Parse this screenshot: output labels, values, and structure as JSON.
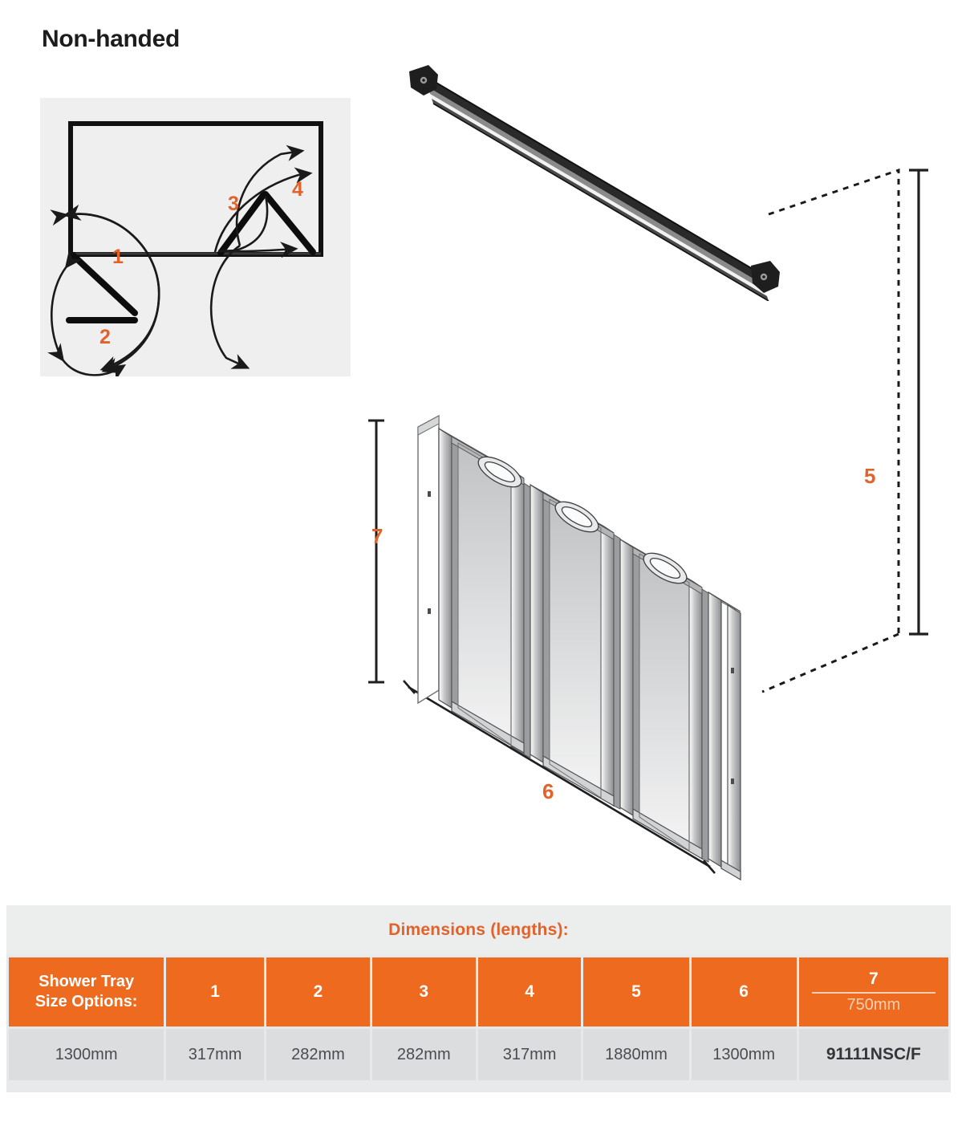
{
  "page": {
    "title": "Non-handed"
  },
  "diagrams": {
    "plan_view": {
      "name": "plan-view-swing-diagram",
      "callouts": [
        {
          "id": "1",
          "label": "1"
        },
        {
          "id": "2",
          "label": "2"
        },
        {
          "id": "3",
          "label": "3"
        },
        {
          "id": "4",
          "label": "4"
        }
      ]
    },
    "rail": {
      "name": "top-rail-isometric"
    },
    "door": {
      "name": "shower-door-isometric",
      "panel_count": 4,
      "callouts": [
        {
          "id": "6",
          "label": "6"
        },
        {
          "id": "7",
          "label": "7"
        }
      ]
    },
    "height_reference": {
      "name": "overall-height-dimension",
      "callouts": [
        {
          "id": "5",
          "label": "5"
        }
      ]
    }
  },
  "table": {
    "caption": "Dimensions (lengths):",
    "row_label": "Shower Tray\nSize Options:",
    "row_label_line1": "Shower Tray",
    "row_label_line2": "Size Options:",
    "headers": [
      "1",
      "2",
      "3",
      "4",
      "5",
      "6"
    ],
    "col7": {
      "number": "7",
      "sub": "750mm"
    },
    "row": {
      "tray_size": "1300mm",
      "values": [
        "317mm",
        "282mm",
        "282mm",
        "317mm",
        "1880mm",
        "1300mm"
      ],
      "code": "91111NSC/F"
    }
  },
  "colors": {
    "accent_orange": "#EE6A1E",
    "callout_orange": "#E2622A",
    "table_row_gray": "#dcdddf",
    "panel_gray": "#efefef"
  }
}
